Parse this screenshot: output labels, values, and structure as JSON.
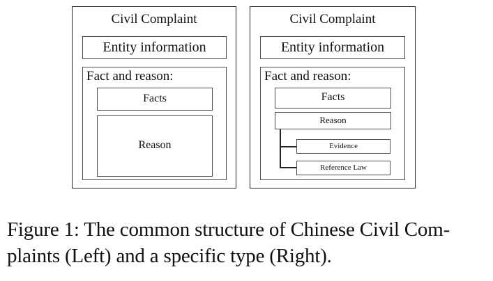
{
  "left_diagram": {
    "title": "Civil Complaint",
    "entity": "Entity information",
    "fact_reason": "Fact and reason:",
    "facts": "Facts",
    "reason": "Reason"
  },
  "right_diagram": {
    "title": "Civil Complaint",
    "entity": "Entity information",
    "fact_reason": "Fact and reason:",
    "facts": "Facts",
    "reason": "Reason",
    "evidence": "Evidence",
    "reference_law": "Reference Law"
  },
  "caption": {
    "line1": "Figure 1: The common structure of Chinese Civil Com-",
    "line2": "plaints (Left) and a specific type (Right)."
  }
}
